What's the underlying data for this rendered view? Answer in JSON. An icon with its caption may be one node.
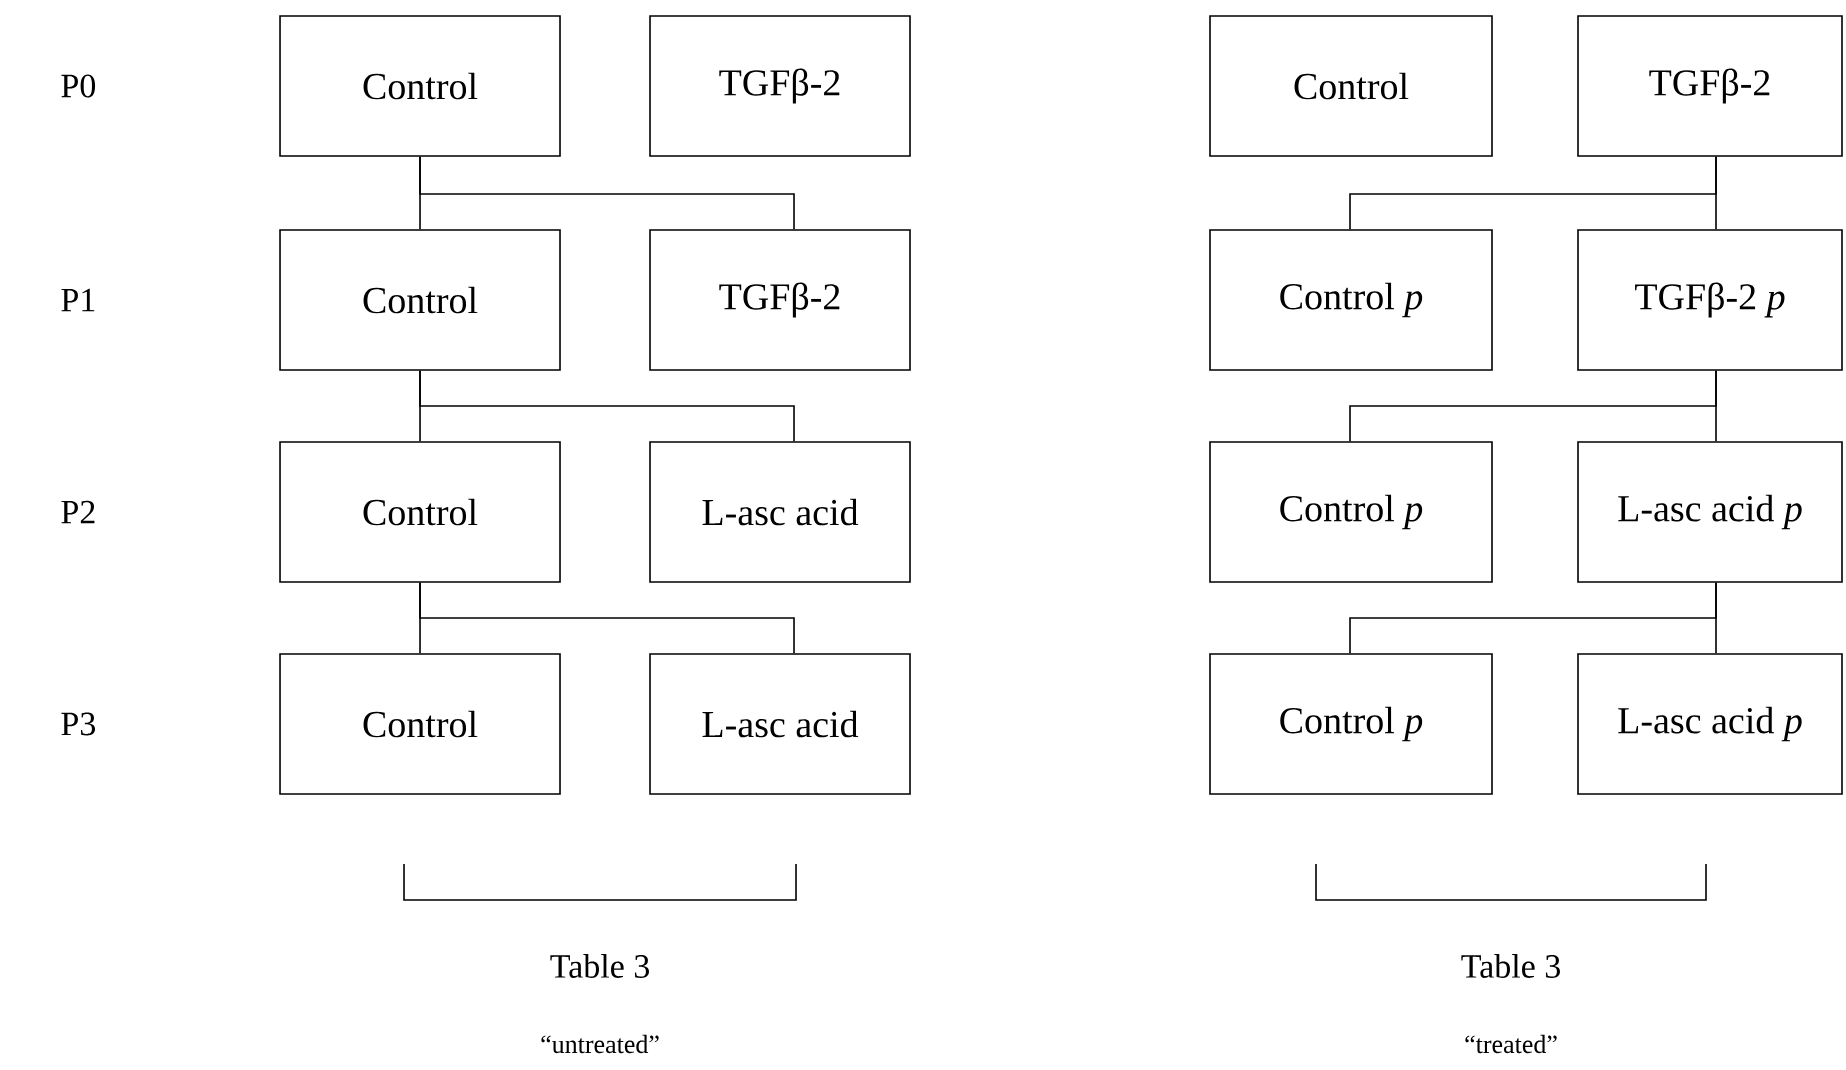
{
  "diagram": {
    "nodes": [
      {
        "text": [
          "Control"
        ]
      },
      {
        "text": [
          "TGFβ-2"
        ]
      },
      {
        "text": [
          "Control"
        ]
      },
      {
        "text": [
          "TGFβ-2"
        ]
      },
      {
        "text": [
          "Control"
        ]
      },
      {
        "text": [
          "L-asc acid"
        ]
      },
      {
        "text": [
          "Control"
        ]
      },
      {
        "text": [
          "L-asc acid"
        ]
      },
      {
        "text": [
          "Control"
        ]
      },
      {
        "text": [
          "TGFβ-2"
        ]
      },
      {
        "text": [
          "Control *p*"
        ]
      },
      {
        "text": [
          "TGFβ-2 *p*"
        ]
      },
      {
        "text": [
          "Control *p*"
        ]
      },
      {
        "text": [
          "L-asc acid *p*"
        ]
      },
      {
        "text": [
          "Control *p*"
        ]
      },
      {
        "text": [
          "L-asc acid *p*"
        ]
      }
    ],
    "edges": [
      {
        "from": 0,
        "to": 2,
        "arrow": "none"
      },
      {
        "from": 0,
        "to": 3,
        "arrow": "none"
      },
      {
        "from": 2,
        "to": 4,
        "arrow": "none"
      },
      {
        "from": 2,
        "to": 5,
        "arrow": "none"
      },
      {
        "from": 4,
        "to": 6,
        "arrow": "none"
      },
      {
        "from": 4,
        "to": 7,
        "arrow": "none"
      },
      {
        "from": 9,
        "to": 10,
        "arrow": "none"
      },
      {
        "from": 9,
        "to": 11,
        "arrow": "none"
      },
      {
        "from": 11,
        "to": 12,
        "arrow": "none"
      },
      {
        "from": 11,
        "to": 13,
        "arrow": "none"
      },
      {
        "from": 13,
        "to": 14,
        "arrow": "none"
      },
      {
        "from": 13,
        "to": 15,
        "arrow": "none"
      }
    ],
    "labels": [
      "P0",
      "P1",
      "P2",
      "P3",
      "Table 3",
      "“untreated”",
      "Table 3",
      "“treated”"
    ]
  }
}
